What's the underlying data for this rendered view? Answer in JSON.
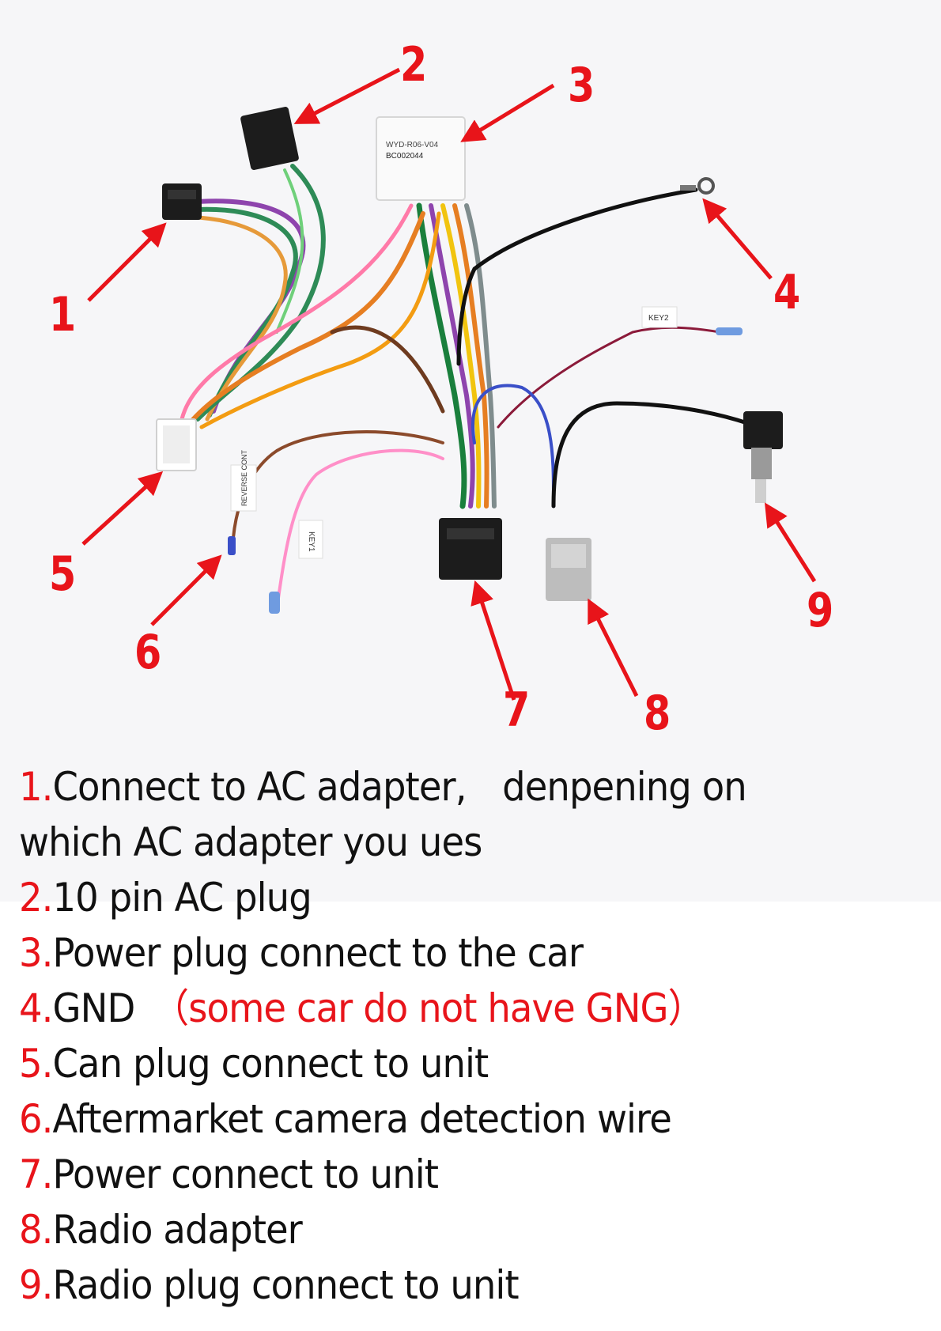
{
  "colors": {
    "accent_red": "#e8141a",
    "text_dark": "#111111",
    "photo_bg": "#f6f6f8"
  },
  "callouts": [
    "1",
    "2",
    "3",
    "4",
    "5",
    "6",
    "7",
    "8",
    "9"
  ],
  "harness_labels": {
    "module_code_1": "WYD-R06-V04",
    "module_code_2": "BC002044",
    "tag_key2": "KEY2",
    "tag_reverse": "REVERSE CONT",
    "tag_key1": "KEY1"
  },
  "descriptions": [
    {
      "num": "1.",
      "text": "Connect to AC adapter,　denpening on",
      "note": ""
    },
    {
      "num": "",
      "text": "which AC adapter you ues",
      "note": ""
    },
    {
      "num": "2.",
      "text": "10 pin AC plug",
      "note": ""
    },
    {
      "num": "3.",
      "text": "Power plug connect to the car",
      "note": ""
    },
    {
      "num": "4.",
      "text": "GND　",
      "note": "（some car do not have GNG）"
    },
    {
      "num": "5.",
      "text": "Can plug connect to unit",
      "note": ""
    },
    {
      "num": "6.",
      "text": "Aftermarket camera detection wire",
      "note": ""
    },
    {
      "num": "7.",
      "text": "Power connect to unit",
      "note": ""
    },
    {
      "num": "8.",
      "text": "Radio adapter",
      "note": ""
    },
    {
      "num": "9.",
      "text": "Radio plug connect to unit",
      "note": ""
    }
  ]
}
